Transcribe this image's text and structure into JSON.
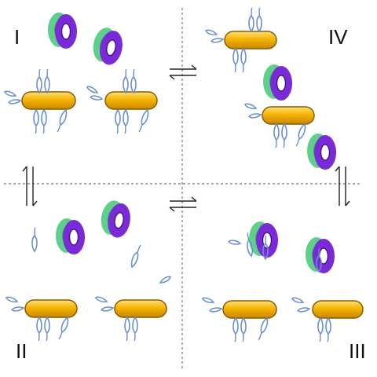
{
  "quadrants": {
    "top_left": "I",
    "top_right": "IV",
    "bottom_left": "II",
    "bottom_right": "III"
  },
  "colors": {
    "rod_fill": "#f5b400",
    "rod_highlight": "#ffe27a",
    "rod_outline": "#8a5a00",
    "ring_front": "#7a2bd6",
    "ring_back": "#5fd08a",
    "tail": "#6a8fd1",
    "divider": "#777777"
  },
  "arrows": [
    "horizontal-equilibrium",
    "vertical-equilibrium"
  ]
}
